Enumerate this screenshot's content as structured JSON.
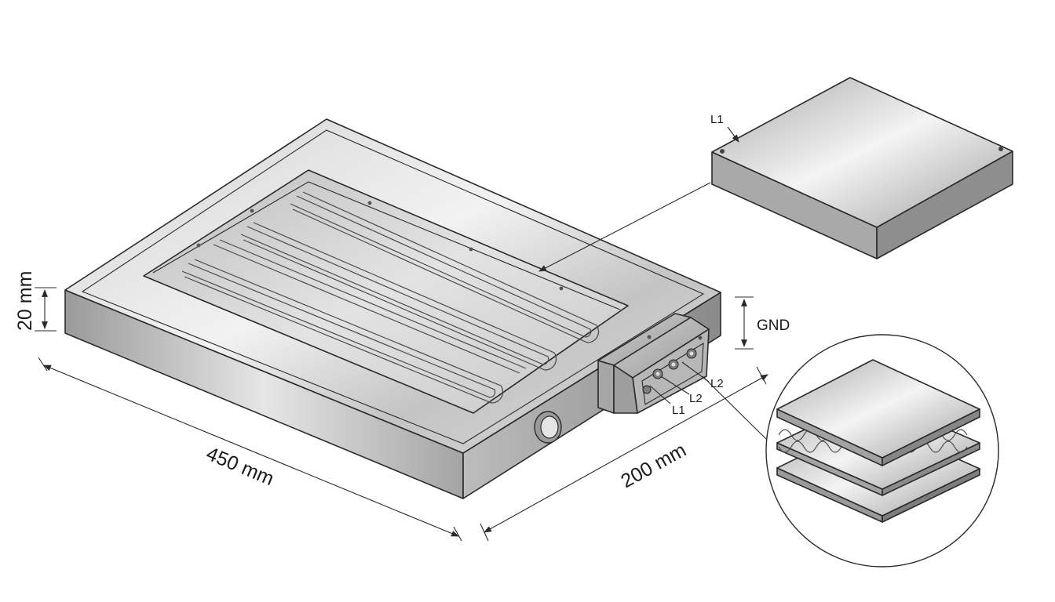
{
  "dimensions": {
    "length": "450 mm",
    "width": "200 mm",
    "height": "20 mm"
  },
  "labels": {
    "gnd": "GND",
    "lid_terminal": "L1",
    "terminal_a": "L1",
    "terminal_b": "L2",
    "terminal_c": "L2"
  },
  "colors": {
    "metal_light": "#e8e8e8",
    "metal_mid": "#bdbdbd",
    "metal_dark": "#8c8c8c",
    "line": "#2a2a2a"
  }
}
